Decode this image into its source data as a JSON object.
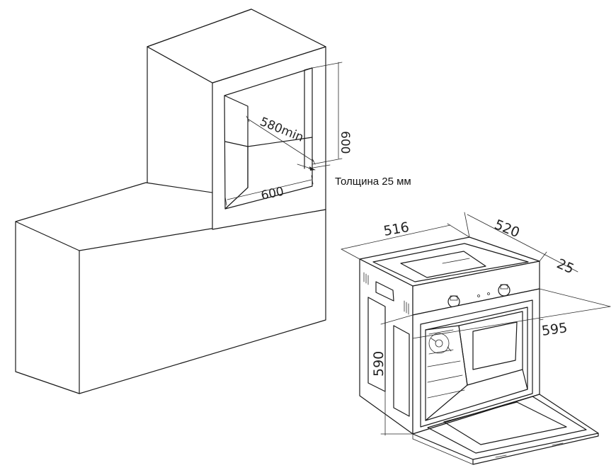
{
  "cabinet": {
    "niche_depth_label": "580min",
    "niche_height_label": "600",
    "niche_width_label": "600",
    "panel_thickness_note": "Толщина 25 мм"
  },
  "oven": {
    "depth_label": "516",
    "depth_total_label": "520",
    "front_panel_label": "25",
    "width_label": "595",
    "height_label": "590"
  }
}
